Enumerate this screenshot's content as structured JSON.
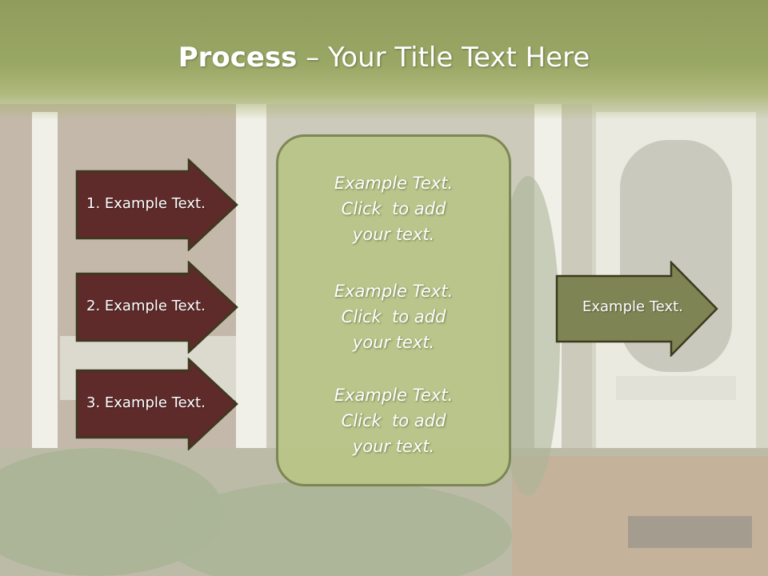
{
  "slide": {
    "title_bold": "Process",
    "title_rest": " – Your Title Text Here",
    "colors": {
      "title_bar": "#9aa866",
      "left_arrows": "#5e2a2a",
      "center_box": "#b9c588",
      "right_arrow": "#7f8454",
      "text": "#ffffff"
    }
  },
  "left_arrows": [
    {
      "label": "1. Example Text."
    },
    {
      "label": "2. Example Text."
    },
    {
      "label": "3. Example Text."
    }
  ],
  "center_box": {
    "blocks": [
      {
        "lines": [
          "Example Text.",
          "Click  to add",
          "your text."
        ]
      },
      {
        "lines": [
          "Example Text.",
          "Click  to add",
          "your text."
        ]
      },
      {
        "lines": [
          "Example Text.",
          "Click  to add",
          "your text."
        ]
      }
    ]
  },
  "right_arrow": {
    "label": "Example Text."
  }
}
